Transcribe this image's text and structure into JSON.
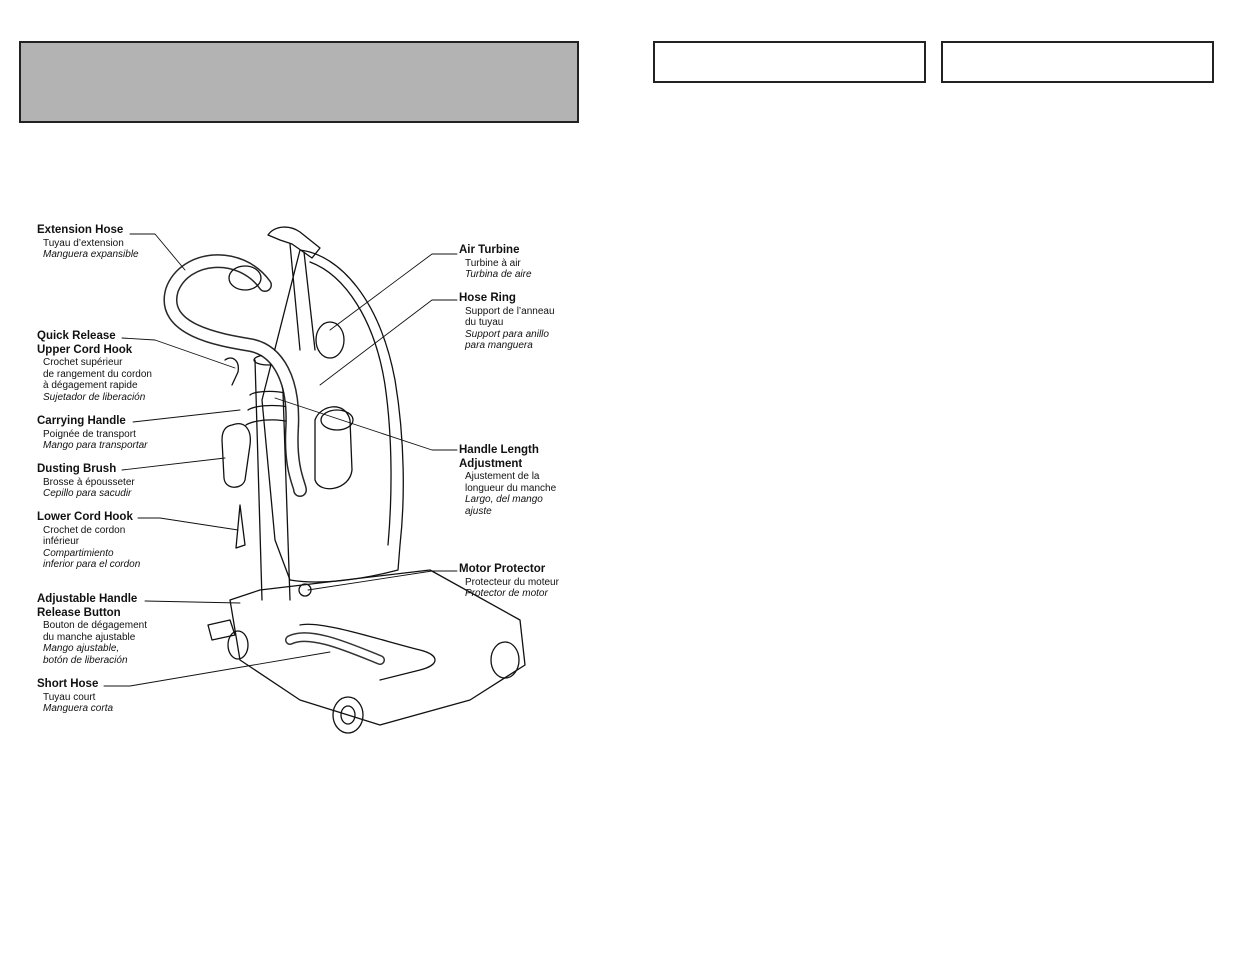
{
  "labels": {
    "extension_hose": {
      "title": "Extension Hose",
      "fr": "Tuyau d’extension",
      "es": "Manguera expansible"
    },
    "quick_release": {
      "title1": "Quick Release",
      "title2": "Upper Cord Hook",
      "fr1": "Crochet supérieur",
      "fr2": "de rangement du cordon",
      "fr3": "à dégagement rapide",
      "es": "Sujetador de liberación"
    },
    "carrying_handle": {
      "title": "Carrying Handle",
      "fr": "Poignée de transport",
      "es": "Mango para transportar"
    },
    "dusting_brush": {
      "title": "Dusting Brush",
      "fr": "Brosse à épousseter",
      "es": "Cepillo para sacudir"
    },
    "lower_cord_hook": {
      "title": "Lower Cord Hook",
      "fr1": "Crochet de cordon",
      "fr2": "inférieur",
      "es1": "Compartimiento",
      "es2": "inferior para el cordon"
    },
    "adjustable_handle": {
      "title1": "Adjustable Handle",
      "title2": "Release Button",
      "fr1": "Bouton de dégagement",
      "fr2": "du manche ajustable",
      "es1": "Mango ajustable,",
      "es2": "botón de liberación"
    },
    "short_hose": {
      "title": "Short Hose",
      "fr": "Tuyau court",
      "es": "Manguera corta"
    },
    "air_turbine": {
      "title": "Air Turbine",
      "fr": "Turbine à air",
      "es": "Turbina de aire"
    },
    "hose_ring": {
      "title": "Hose Ring",
      "fr1": "Support de l’anneau",
      "fr2": "du tuyau",
      "es1": "Support para anillo",
      "es2": "para manguera"
    },
    "handle_length": {
      "title1": "Handle Length",
      "title2": "Adjustment",
      "fr1": "Ajustement de la",
      "fr2": "longueur du manche",
      "es1": "Largo, del mango",
      "es2": "ajuste"
    },
    "motor_protector": {
      "title": "Motor Protector",
      "fr": "Protecteur du moteur",
      "es": "Protector de motor"
    }
  }
}
